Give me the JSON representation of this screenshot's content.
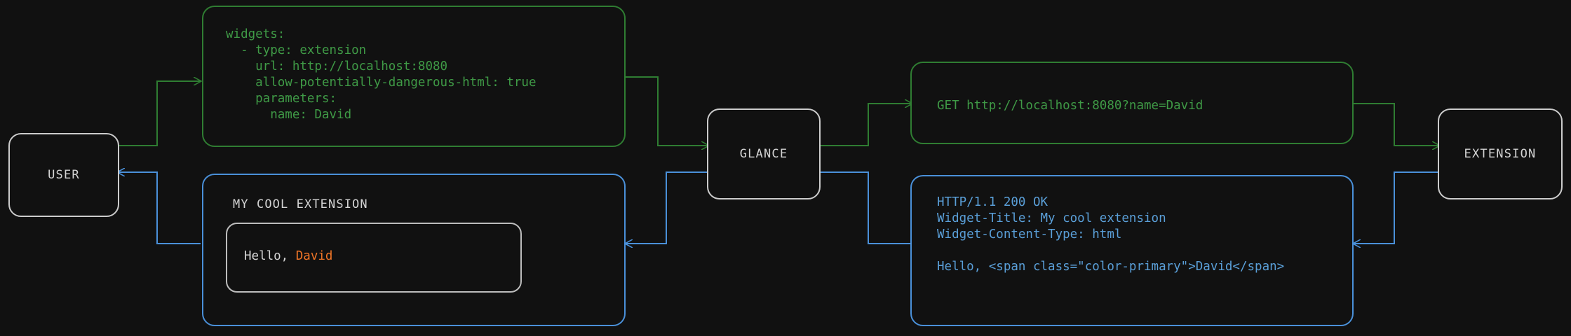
{
  "theme": {
    "background": "#111111",
    "node_border": "#cccccc",
    "node_text": "#d4d4d4",
    "request_color": "#2f7d32",
    "request_text_color": "#3f9a46",
    "response_color": "#4a90d9",
    "response_text_color": "#5a9fd8",
    "primary_accent": "#f07527"
  },
  "nodes": {
    "user": {
      "label": "USER"
    },
    "glance": {
      "label": "GLANCE"
    },
    "extension": {
      "label": "EXTENSION"
    }
  },
  "messages": {
    "yaml_config": {
      "color": "#3f9a46",
      "text": "widgets:\n  - type: extension\n    url: http://localhost:8080\n    allow-potentially-dangerous-html: true\n    parameters:\n      name: David"
    },
    "http_request": {
      "color": "#3f9a46",
      "text": "GET http://localhost:8080?name=David"
    },
    "http_response": {
      "color": "#5a9fd8",
      "text": "HTTP/1.1 200 OK\nWidget-Title: My cool extension\nWidget-Content-Type: html\n\nHello, <span class=\"color-primary\">David</span>"
    }
  },
  "rendered_widget": {
    "title": "MY COOL EXTENSION",
    "body_prefix": "Hello, ",
    "body_highlight": "David",
    "highlight_color": "#f07527"
  },
  "flow": {
    "request_arrows": [
      "user-to-yaml",
      "yaml-to-glance",
      "glance-to-get",
      "get-to-extension"
    ],
    "response_arrows": [
      "extension-to-response",
      "response-to-glance",
      "glance-to-widget",
      "widget-to-user"
    ]
  }
}
